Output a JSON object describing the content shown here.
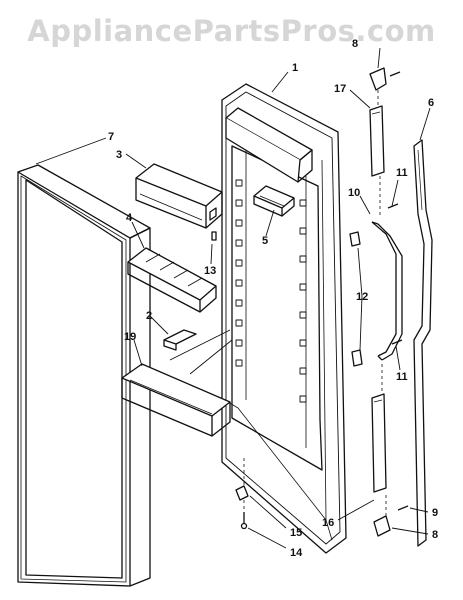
{
  "watermark": "AppliancePartsPros.com",
  "callouts": [
    {
      "id": "c1",
      "label": "1"
    },
    {
      "id": "c2",
      "label": "2"
    },
    {
      "id": "c3",
      "label": "3"
    },
    {
      "id": "c4",
      "label": "4"
    },
    {
      "id": "c5",
      "label": "5"
    },
    {
      "id": "c6",
      "label": "6"
    },
    {
      "id": "c7",
      "label": "7"
    },
    {
      "id": "c8a",
      "label": "8"
    },
    {
      "id": "c8b",
      "label": "8"
    },
    {
      "id": "c9",
      "label": "9"
    },
    {
      "id": "c10",
      "label": "10"
    },
    {
      "id": "c11a",
      "label": "11"
    },
    {
      "id": "c11b",
      "label": "11"
    },
    {
      "id": "c12",
      "label": "12"
    },
    {
      "id": "c13",
      "label": "13"
    },
    {
      "id": "c14",
      "label": "14"
    },
    {
      "id": "c15",
      "label": "15"
    },
    {
      "id": "c16",
      "label": "16"
    },
    {
      "id": "c17",
      "label": "17"
    },
    {
      "id": "c19",
      "label": "19"
    }
  ]
}
